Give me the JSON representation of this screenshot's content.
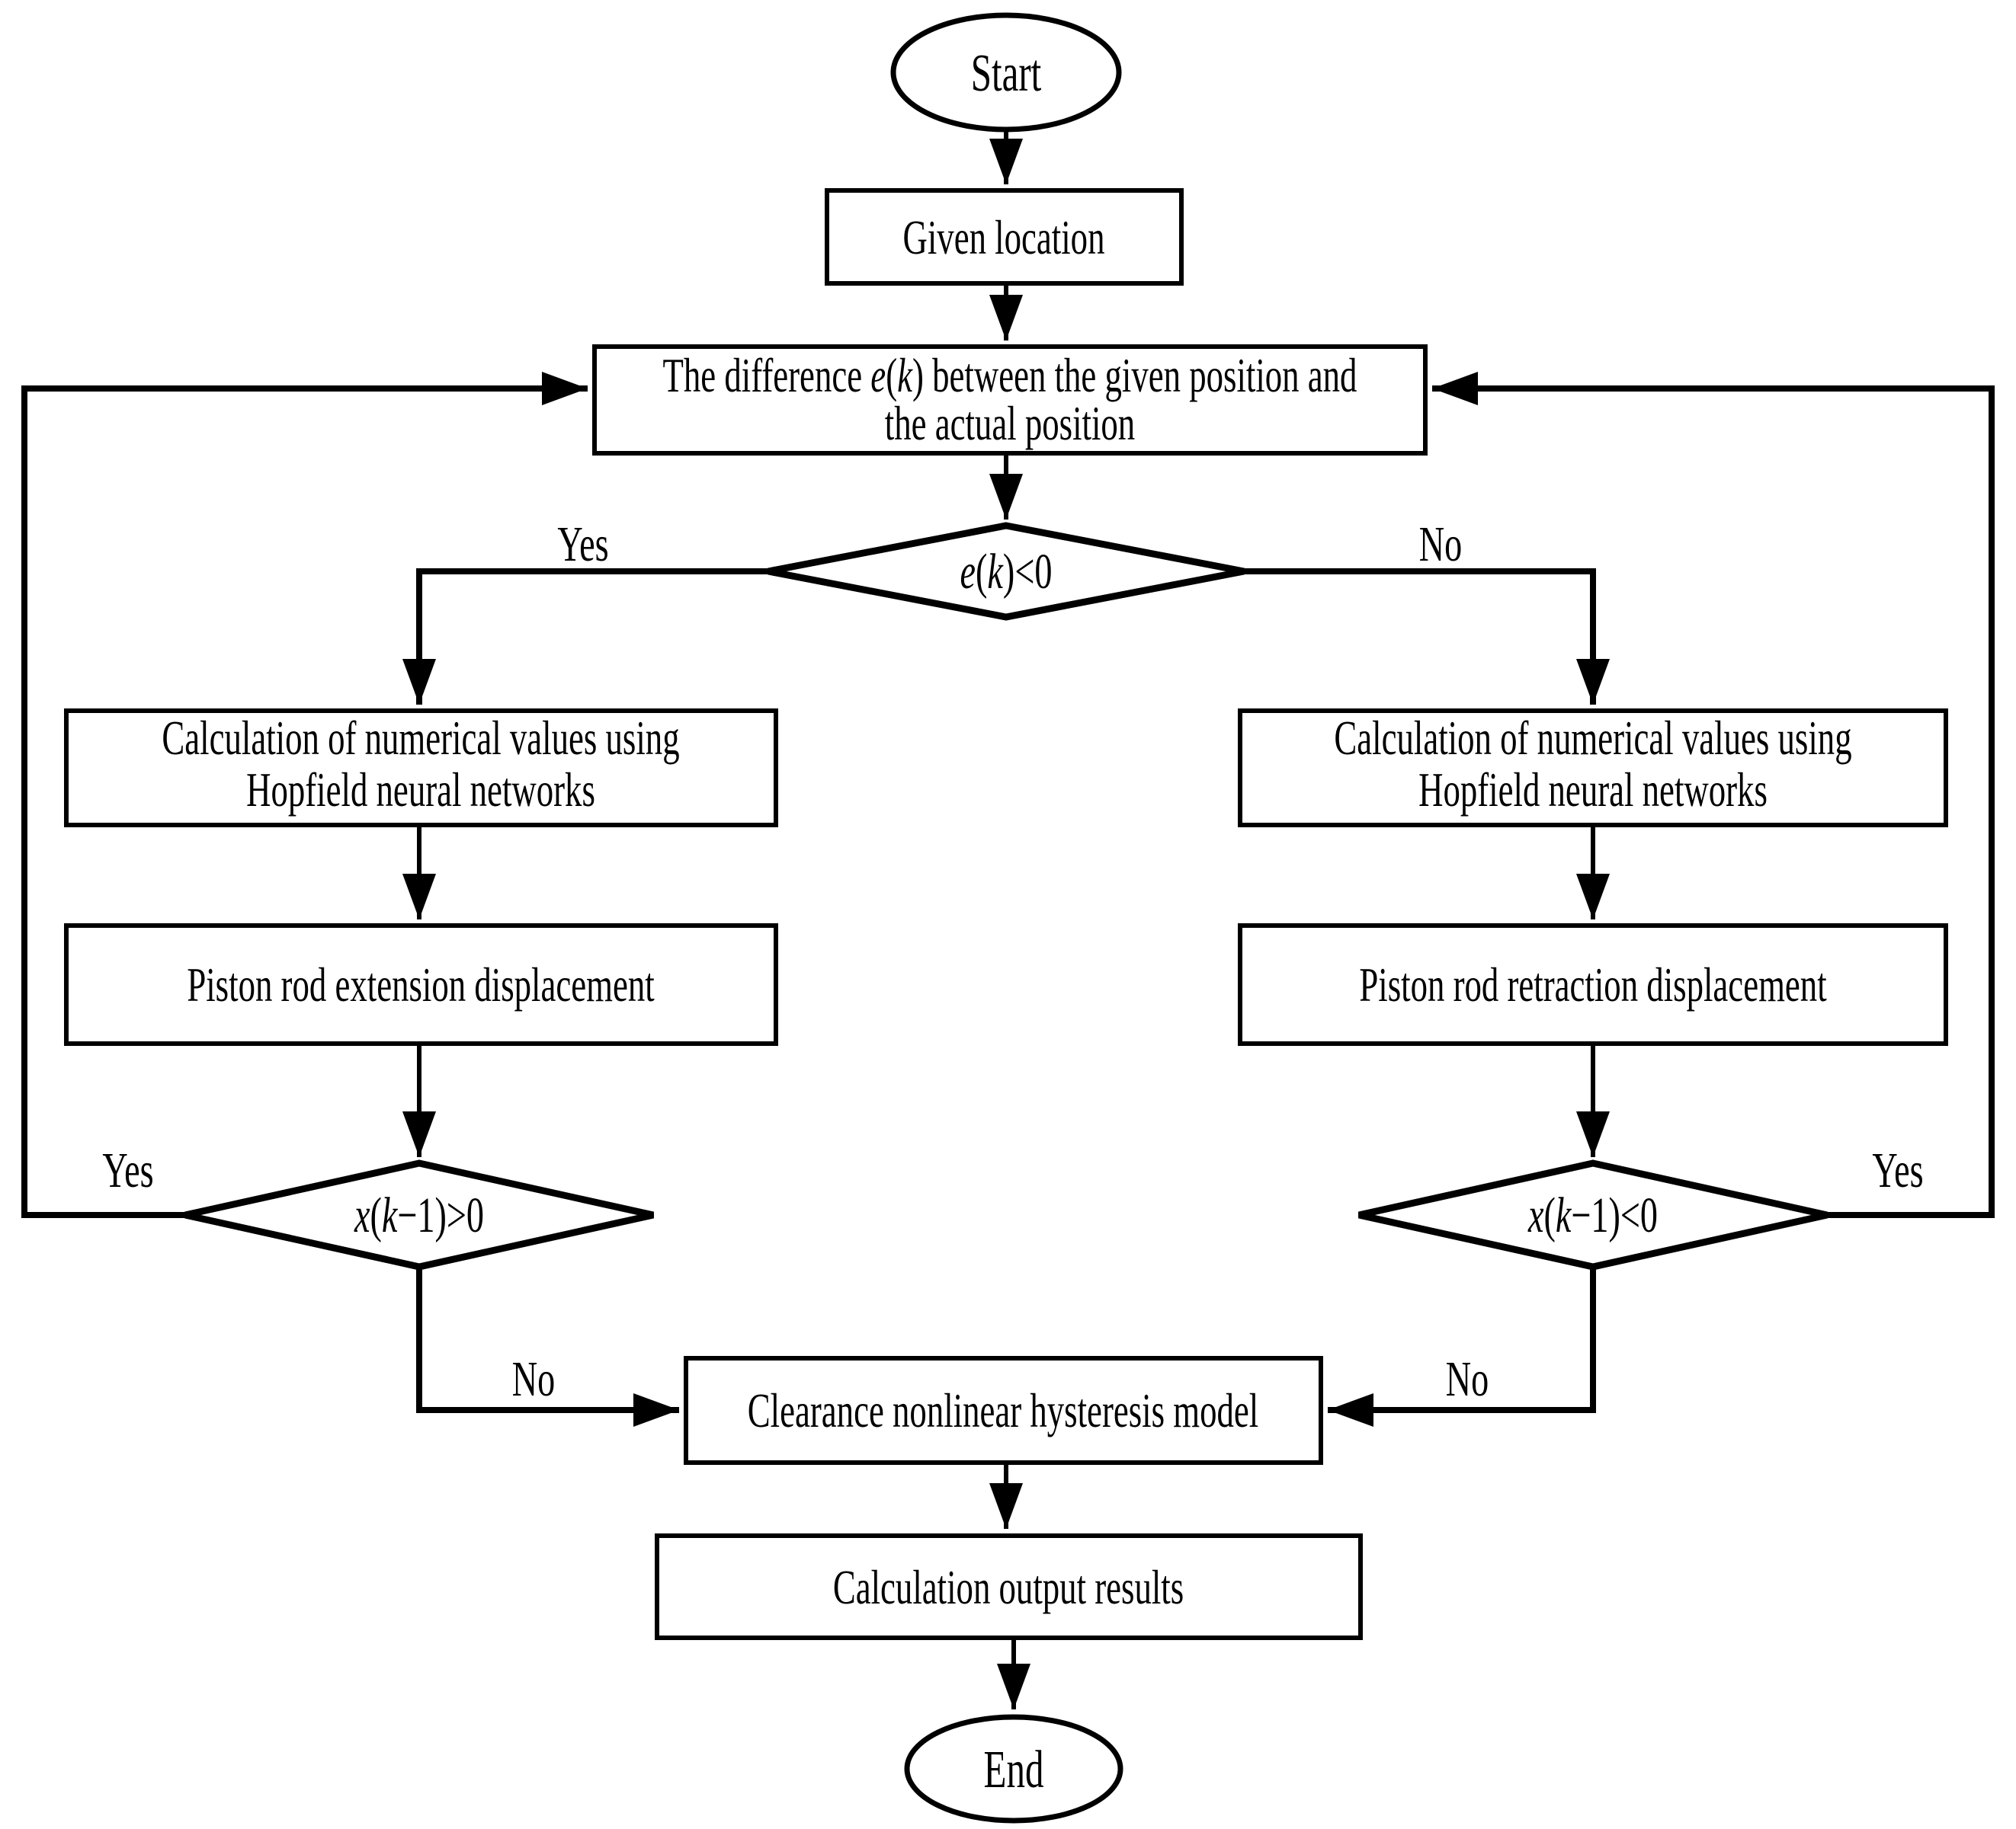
{
  "flowchart": {
    "colors": {
      "line": "#000000",
      "background": "#ffffff"
    },
    "nodes": {
      "start": {
        "label": "Start"
      },
      "given_location": {
        "label": "Given location"
      },
      "difference": {
        "line1": {
          "a": "The difference ",
          "e": "e",
          "b": "(",
          "k": "k",
          "c": ") between the given position and"
        },
        "line2": "the actual position"
      },
      "ek_decision": {
        "a": "e",
        "b": "(",
        "c": "k",
        "d": ")<0"
      },
      "calc_left": {
        "line1": "Calculation of numerical values using",
        "line2": "Hopfield neural networks"
      },
      "calc_right": {
        "line1": "Calculation of numerical values using",
        "line2": "Hopfield neural networks"
      },
      "piston_extension": {
        "label": "Piston rod extension displacement"
      },
      "piston_retraction": {
        "label": "Piston rod retraction displacement"
      },
      "xk_left_decision": {
        "a": "x",
        "b": "(",
        "c": "k",
        "d": "−1)>0"
      },
      "xk_right_decision": {
        "a": "x",
        "b": "(",
        "c": "k",
        "d": "−1)<0"
      },
      "clearance_model": {
        "label": "Clearance nonlinear hysteresis model"
      },
      "output_results": {
        "label": "Calculation output results"
      },
      "end": {
        "label": "End"
      }
    },
    "edge_labels": {
      "ek_yes": "Yes",
      "ek_no": "No",
      "xk_left_yes": "Yes",
      "xk_right_yes": "Yes",
      "xk_left_no": "No",
      "xk_right_no": "No"
    }
  }
}
